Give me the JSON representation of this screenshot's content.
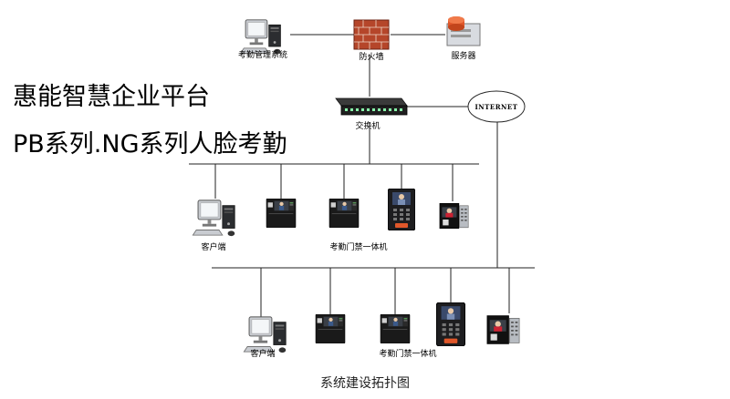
{
  "header": {
    "title_line1": "惠能智慧企业平台",
    "title_line2": "PB系列.NG系列人脸考勤"
  },
  "nodes": {
    "management_system": "考勤管理系统",
    "firewall": "防火墙",
    "server": "服务器",
    "switch": "交换机",
    "internet": "INTERNET",
    "client_1": "客户端",
    "terminals_1": "考勤门禁一体机",
    "client_2": "客户端",
    "terminals_2": "考勤门禁一体机"
  },
  "caption": "系统建设拓扑图",
  "colors": {
    "line": "#222222",
    "firewall_brick": "#b5462a",
    "server_accent": "#e0572a",
    "device_body": "#1a1a1a",
    "monitor_silver": "#c9ccd1"
  }
}
